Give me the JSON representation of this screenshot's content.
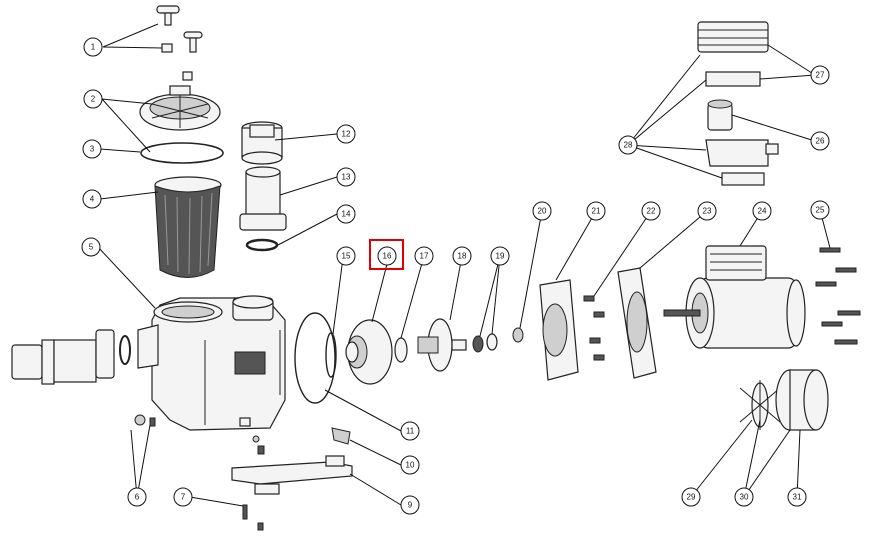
{
  "diagram": {
    "callouts": [
      {
        "id": "1",
        "label": "1"
      },
      {
        "id": "2",
        "label": "2"
      },
      {
        "id": "3",
        "label": "3"
      },
      {
        "id": "4",
        "label": "4"
      },
      {
        "id": "5",
        "label": "5"
      },
      {
        "id": "6",
        "label": "6"
      },
      {
        "id": "7",
        "label": "7"
      },
      {
        "id": "9",
        "label": "9"
      },
      {
        "id": "10",
        "label": "10"
      },
      {
        "id": "11",
        "label": "11"
      },
      {
        "id": "12",
        "label": "12"
      },
      {
        "id": "13",
        "label": "13"
      },
      {
        "id": "14",
        "label": "14"
      },
      {
        "id": "15",
        "label": "15"
      },
      {
        "id": "16",
        "label": "16"
      },
      {
        "id": "17",
        "label": "17"
      },
      {
        "id": "18",
        "label": "18"
      },
      {
        "id": "19",
        "label": "19"
      },
      {
        "id": "20",
        "label": "20"
      },
      {
        "id": "21",
        "label": "21"
      },
      {
        "id": "22",
        "label": "22"
      },
      {
        "id": "23",
        "label": "23"
      },
      {
        "id": "24",
        "label": "24"
      },
      {
        "id": "25",
        "label": "25"
      },
      {
        "id": "26",
        "label": "26"
      },
      {
        "id": "27",
        "label": "27"
      },
      {
        "id": "28",
        "label": "28"
      },
      {
        "id": "29",
        "label": "29"
      },
      {
        "id": "30",
        "label": "30"
      },
      {
        "id": "31",
        "label": "31"
      }
    ],
    "highlighted_callout": "16",
    "highlight_color": "#e00000"
  }
}
